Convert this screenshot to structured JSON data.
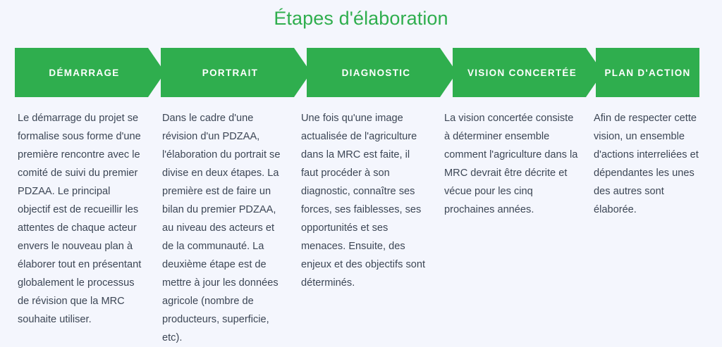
{
  "header": {
    "title": "Étapes d'élaboration",
    "title_color": "#2fae4e"
  },
  "theme": {
    "background": "#f4f6fd",
    "accent_green": "#2fae4e",
    "banner_text": "#ffffff",
    "body_text": "#3c4655"
  },
  "steps": [
    {
      "label": "DÉMARRAGE",
      "shape": "arrow",
      "body": "Le démarrage du projet se formalise sous forme d'une première rencontre avec le comité de suivi du premier PDZAA. Le principal objectif est de recueillir les attentes de chaque acteur envers le nouveau plan à élaborer tout en présentant globalement le processus de révision que la MRC souhaite utiliser."
    },
    {
      "label": "PORTRAIT",
      "shape": "arrow",
      "body": "Dans le cadre d'une révision d'un PDZAA, l'élaboration du portrait se divise en deux étapes. La première est de faire un bilan du premier PDZAA, au niveau des acteurs et de la communauté. La deuxième étape est de mettre à jour les données agricole (nombre de producteurs, superficie, etc)."
    },
    {
      "label": "DIAGNOSTIC",
      "shape": "arrow",
      "body": "Une fois qu'une image actualisée de l'agriculture dans la MRC est faite, il faut procéder à son diagnostic, connaître ses forces, ses faiblesses, ses opportunités et ses menaces. Ensuite, des enjeux et des objectifs sont déterminés."
    },
    {
      "label": "VISION CONCERTÉE",
      "shape": "arrow",
      "body": "La vision concertée consiste à déterminer ensemble comment l'agriculture dans la MRC devrait être décrite et vécue pour les cinq prochaines années."
    },
    {
      "label": "PLAN D'ACTION",
      "shape": "flat",
      "body": "Afin de respecter cette vision, un ensemble d'actions interreliées et dépendantes les unes des autres sont élaborée."
    }
  ]
}
